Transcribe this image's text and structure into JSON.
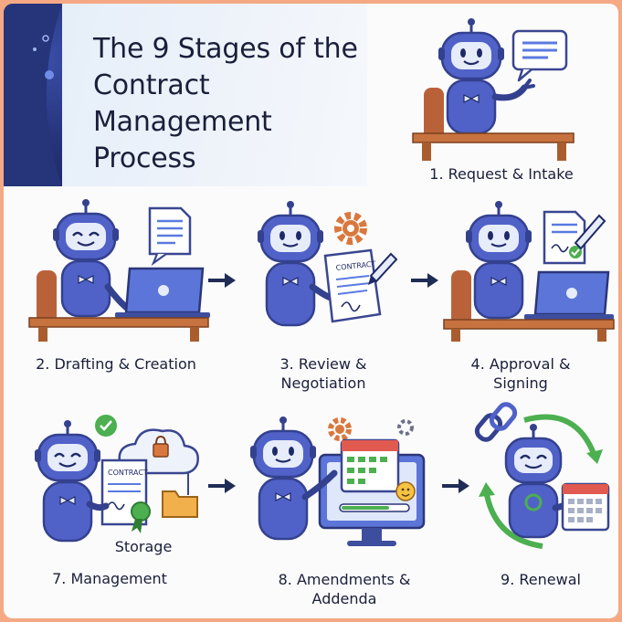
{
  "title": "The 9 Stages of the Contract Management Process",
  "contract_word": "CONTRACT",
  "storage_label": "Storage",
  "stages": [
    {
      "label": "1. Request & Intake"
    },
    {
      "label": "2. Drafting & Creation"
    },
    {
      "label": "3. Review & Negotiation"
    },
    {
      "label": "4. Approval & Signing"
    },
    {
      "label": "7. Management"
    },
    {
      "label": "8. Amendments & Addenda"
    },
    {
      "label": "9. Renewal"
    }
  ],
  "colors": {
    "robot": "#5062c8",
    "robot_dark": "#34418f",
    "desk": "#c7733f",
    "chair": "#b9623a",
    "gear": "#d9783e",
    "check": "#4caf50",
    "arrow": "#1f2c55",
    "border": "#f4a984"
  }
}
